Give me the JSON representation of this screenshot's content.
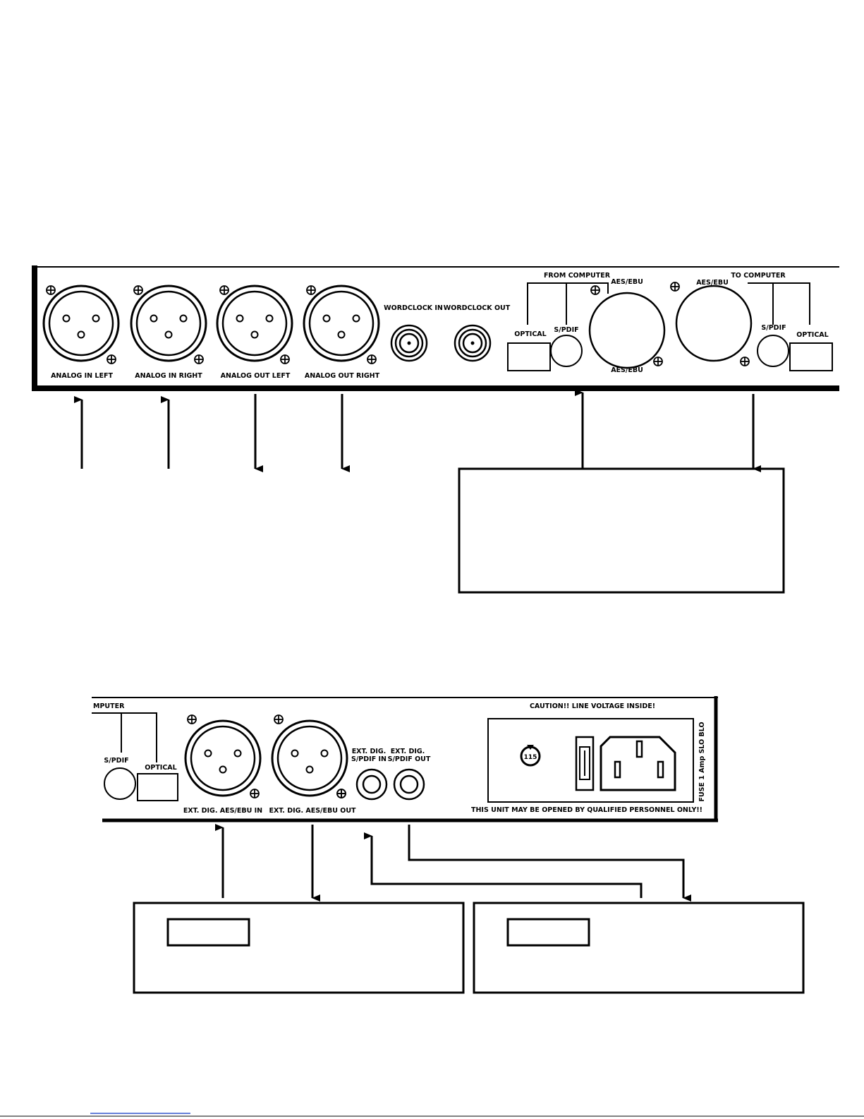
{
  "upper_panel": {
    "connectors": {
      "analog_in_left": "ANALOG IN LEFT",
      "analog_in_right": "ANALOG IN RIGHT",
      "analog_out_left": "ANALOG OUT LEFT",
      "analog_out_right": "ANALOG OUT RIGHT",
      "wordclock_in": "WORDCLOCK IN",
      "wordclock_out": "WORDCLOCK OUT"
    },
    "from_computer": {
      "header": "FROM COMPUTER",
      "optical": "OPTICAL",
      "spdif": "S/PDIF",
      "aes_top": "AES/EBU",
      "aes_bottom": "AES/EBU"
    },
    "to_computer": {
      "header": "TO COMPUTER",
      "aes": "AES/EBU",
      "spdif": "S/PDIF",
      "optical": "OPTICAL"
    }
  },
  "lower_panel": {
    "computer_partial": "MPUTER",
    "spdif": "S/PDIF",
    "optical": "OPTICAL",
    "ext_aes_in": "EXT. DIG. AES/EBU IN",
    "ext_aes_out": "EXT. DIG. AES/EBU OUT",
    "ext_spdif_in_1": "EXT. DIG.",
    "ext_spdif_in_2": "S/PDIF IN",
    "ext_spdif_out_1": "EXT. DIG.",
    "ext_spdif_out_2": "S/PDIF OUT",
    "caution": "CAUTION!! LINE VOLTAGE INSIDE!",
    "opened_notice": "THIS UNIT MAY BE OPENED BY QUALIFIED PERSONNEL ONLY!!",
    "fuse_label": "FUSE 1 Amp SLO BLO"
  }
}
